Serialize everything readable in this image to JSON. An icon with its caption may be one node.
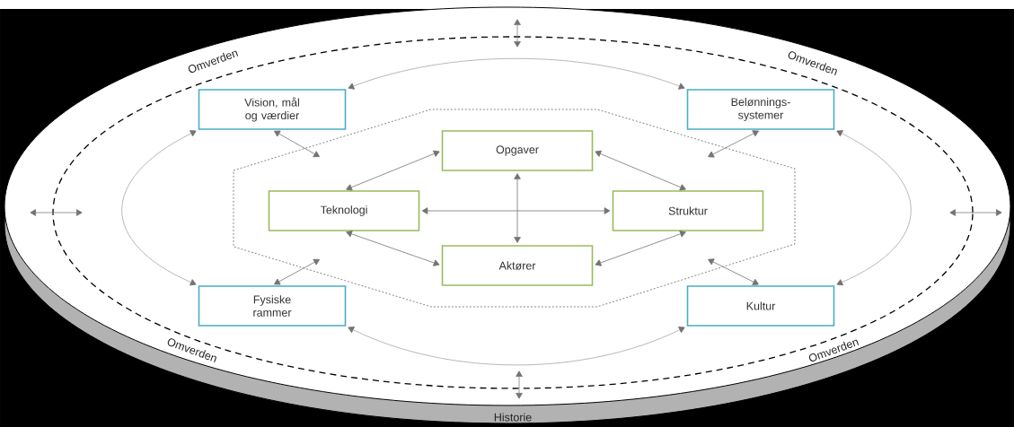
{
  "diagram": {
    "nodes": [
      {
        "text": [
          "Vision, mål og værdier"
        ]
      },
      {
        "text": [
          "Belønnings- systemer"
        ]
      },
      {
        "text": [],
        "shape": "hexagon"
      },
      {
        "text": [
          "Opgaver"
        ],
        "in": 2
      },
      {
        "text": [
          "Teknologi"
        ],
        "in": 2
      },
      {
        "text": [
          "Struktur"
        ],
        "in": 2
      },
      {
        "text": [
          "Aktører"
        ],
        "in": 2
      },
      {
        "text": [
          "Fysiske rammer"
        ]
      },
      {
        "text": [
          "Kultur"
        ]
      }
    ],
    "edges": [
      {
        "from": 0,
        "to": 1,
        "arrow": "both"
      },
      {
        "from": 0,
        "to": 2,
        "arrow": "both"
      },
      {
        "from": 1,
        "to": 2,
        "arrow": "both"
      },
      {
        "from": 3,
        "to": 4,
        "arrow": "both"
      },
      {
        "from": 3,
        "to": 5,
        "arrow": "both"
      },
      {
        "from": 4,
        "to": 5,
        "arrow": "both"
      },
      {
        "from": 3,
        "to": 6,
        "arrow": "both"
      },
      {
        "from": 4,
        "to": 6,
        "arrow": "both"
      },
      {
        "from": 5,
        "to": 6,
        "arrow": "both"
      },
      {
        "from": 0,
        "to": 7,
        "arrow": "both"
      },
      {
        "from": 1,
        "to": 8,
        "arrow": "both"
      },
      {
        "from": 7,
        "to": 2,
        "arrow": "both"
      },
      {
        "from": 8,
        "to": 2,
        "arrow": "both"
      },
      {
        "from": 7,
        "to": 8,
        "arrow": "both"
      }
    ],
    "labels": [
      "Omverden",
      "Omverden",
      "Omverden",
      "Omverden",
      "Historie"
    ]
  }
}
